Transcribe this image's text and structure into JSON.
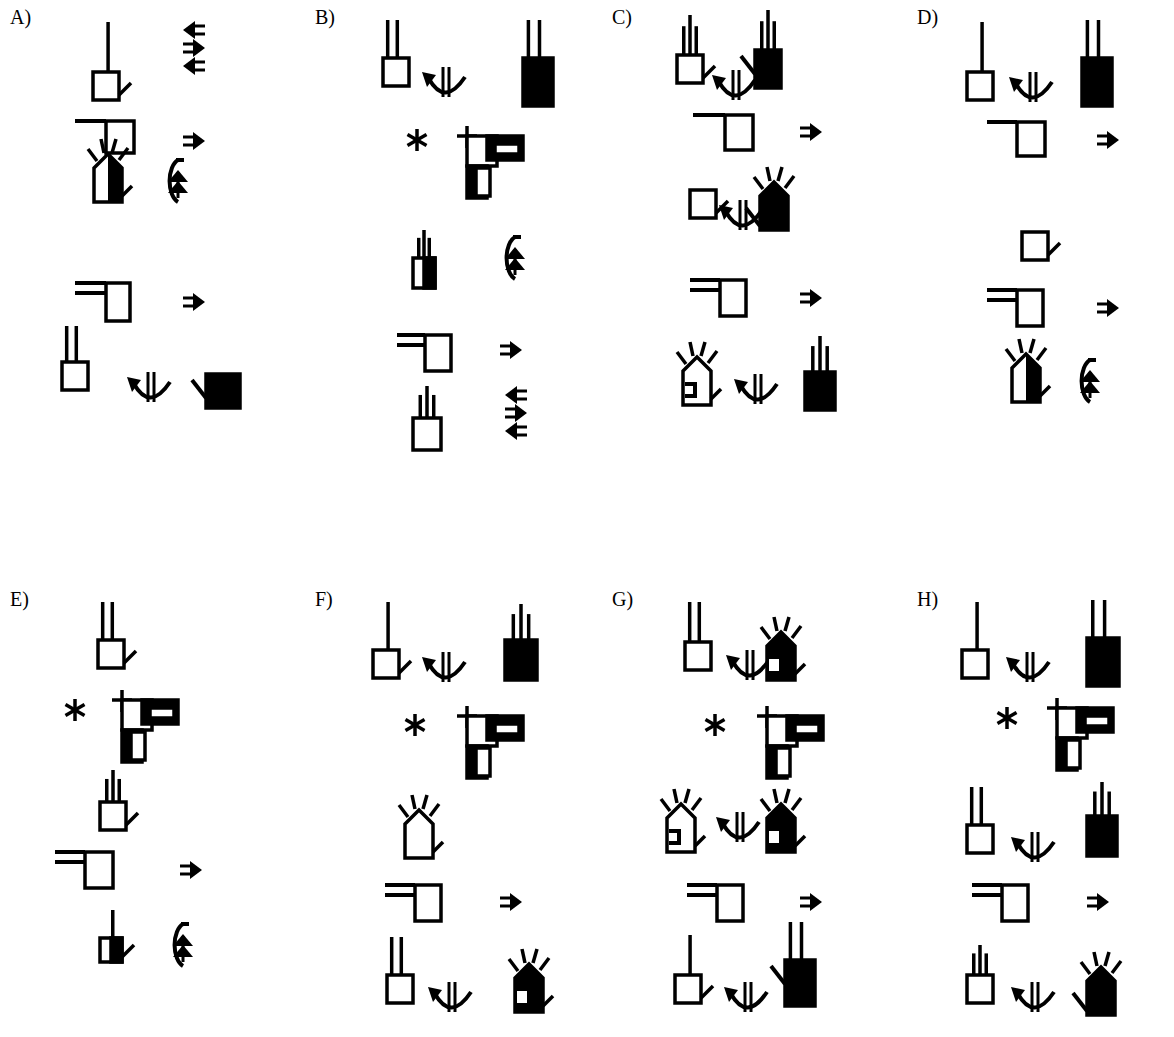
{
  "diagram": {
    "labels": [
      "A)",
      "B)",
      "C)",
      "D)",
      "E)",
      "F)",
      "G)",
      "H)"
    ]
  }
}
